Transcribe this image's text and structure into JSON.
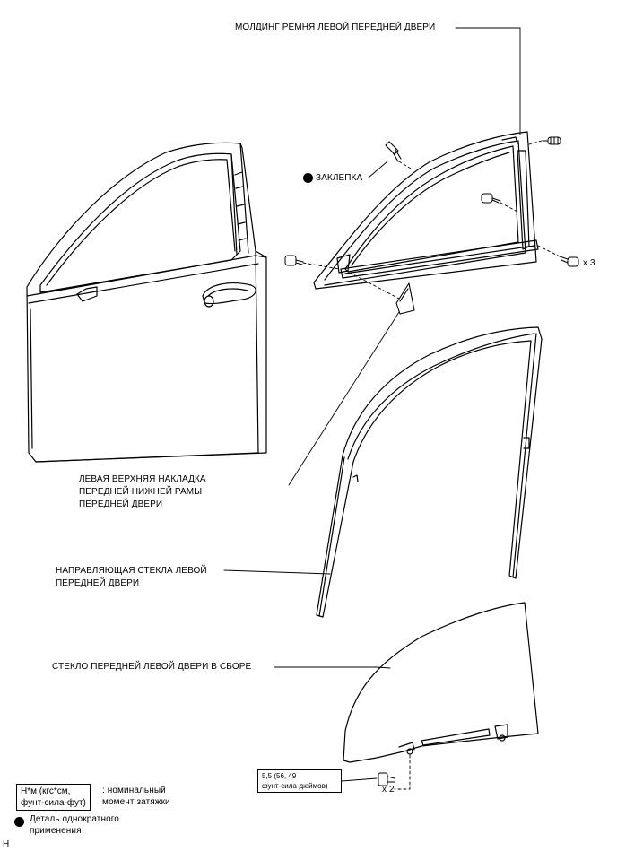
{
  "labels": {
    "belt_molding": "МОЛДИНГ РЕМНЯ ЛЕВОЙ ПЕРЕДНЕЙ ДВЕРИ",
    "rivet": "ЗАКЛЕПКА",
    "qty_x3": "x 3",
    "upper_garnish": "ЛЕВАЯ ВЕРХНЯЯ НАКЛАДКА\nПЕРЕДНЕЙ НИЖНЕЙ РАМЫ\nПЕРЕДНЕЙ ДВЕРИ",
    "glass_run": "НАПРАВЛЯЮЩАЯ СТЕКЛА ЛЕВОЙ\nПЕРЕДНЕЙ ДВЕРИ",
    "glass_assy": "СТЕКЛО ПЕРЕДНЕЙ ЛЕВОЙ ДВЕРИ В СБОРЕ",
    "torque_value": "5,5 (56, 49\nфунт-сила-дюймов)",
    "qty_x2": "x 2"
  },
  "legend": {
    "torque_units": "Н*м (кгс*см,\nфунт-сила-фут)",
    "torque_desc": ": номинальный\nмомент затяжки",
    "one_time_use": "Деталь однократного\nприменения"
  },
  "footer_code": "H"
}
